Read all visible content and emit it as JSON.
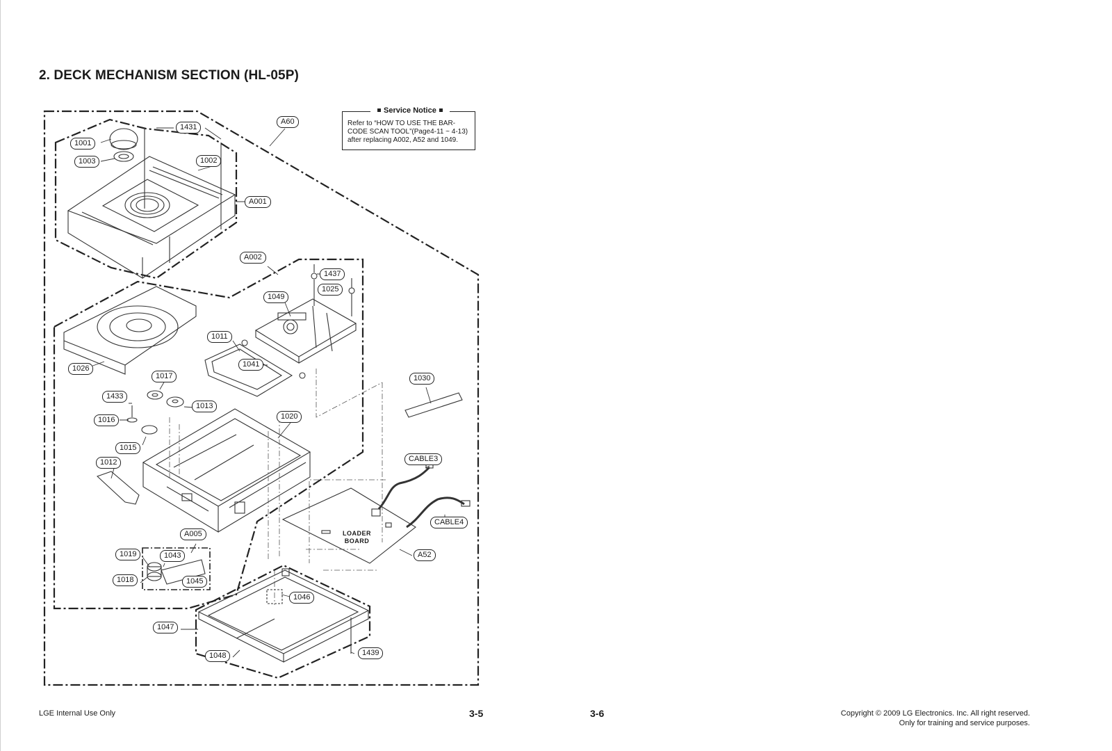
{
  "page": {
    "heading": "2. DECK MECHANISM SECTION (HL-05P)",
    "footer_left": "LGE Internal Use Only",
    "page_left": "3-5",
    "page_right": "3-6",
    "copyright_line1": "Copyright © 2009 LG Electronics. Inc. All right reserved.",
    "copyright_line2": "Only for training and service purposes."
  },
  "notice": {
    "title": "Service Notice",
    "line1": "Refer to “HOW TO USE THE BAR-",
    "line2": "CODE SCAN TOOL”(Page4-11 ~ 4-13)",
    "line3": "after replacing A002, A52 and 1049."
  },
  "board_label": {
    "line1": "LOADER",
    "line2": "BOARD"
  },
  "callouts": [
    {
      "id": "1431",
      "label": "1431"
    },
    {
      "id": "A60",
      "label": "A60"
    },
    {
      "id": "1001",
      "label": "1001"
    },
    {
      "id": "1003",
      "label": "1003"
    },
    {
      "id": "1002",
      "label": "1002"
    },
    {
      "id": "A001",
      "label": "A001"
    },
    {
      "id": "A002",
      "label": "A002"
    },
    {
      "id": "1437",
      "label": "1437"
    },
    {
      "id": "1025",
      "label": "1025"
    },
    {
      "id": "1049",
      "label": "1049"
    },
    {
      "id": "1011",
      "label": "1011"
    },
    {
      "id": "1041",
      "label": "1041"
    },
    {
      "id": "1026",
      "label": "1026"
    },
    {
      "id": "1017",
      "label": "1017"
    },
    {
      "id": "1030",
      "label": "1030"
    },
    {
      "id": "1433",
      "label": "1433"
    },
    {
      "id": "1013",
      "label": "1013"
    },
    {
      "id": "1020",
      "label": "1020"
    },
    {
      "id": "1016",
      "label": "1016"
    },
    {
      "id": "1015",
      "label": "1015"
    },
    {
      "id": "1012",
      "label": "1012"
    },
    {
      "id": "CABLE3",
      "label": "CABLE3"
    },
    {
      "id": "CABLE4",
      "label": "CABLE4"
    },
    {
      "id": "A005",
      "label": "A005"
    },
    {
      "id": "1019",
      "label": "1019"
    },
    {
      "id": "1043",
      "label": "1043"
    },
    {
      "id": "A52",
      "label": "A52"
    },
    {
      "id": "1018",
      "label": "1018"
    },
    {
      "id": "1045",
      "label": "1045"
    },
    {
      "id": "1046",
      "label": "1046"
    },
    {
      "id": "1047",
      "label": "1047"
    },
    {
      "id": "1048",
      "label": "1048"
    },
    {
      "id": "1439",
      "label": "1439"
    }
  ]
}
